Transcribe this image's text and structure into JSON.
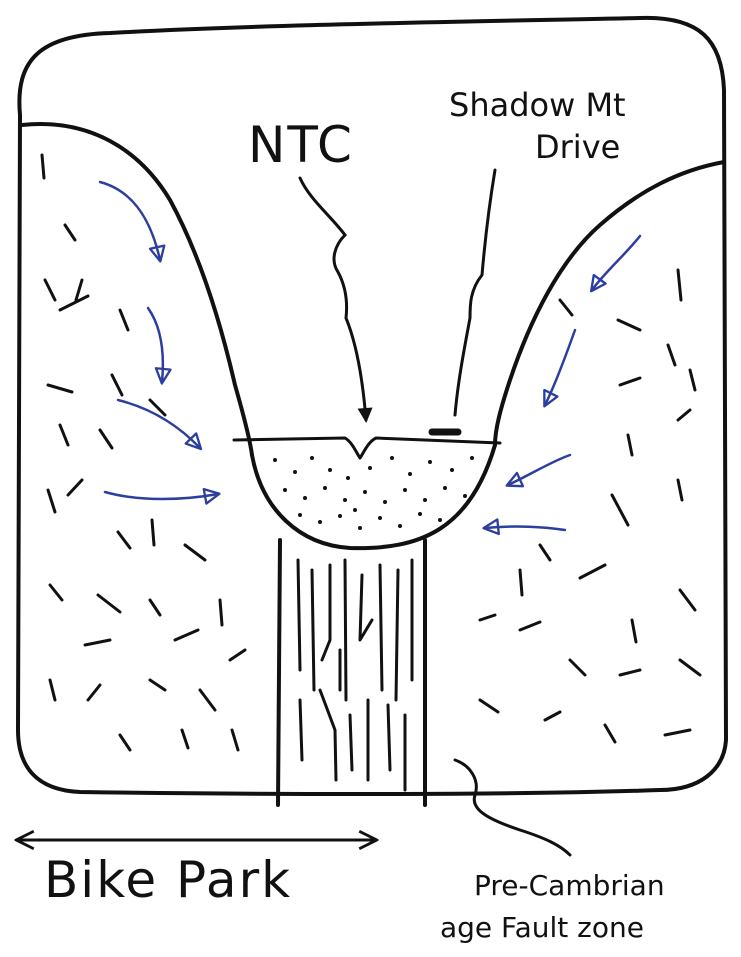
{
  "labels": {
    "ntc": "NTC",
    "shadow_line1": "Shadow Mt",
    "shadow_line2": "Drive",
    "bike_park": "Bike Park",
    "fault_line1": "Pre-Cambrian",
    "fault_line2": "age Fault zone"
  },
  "colors": {
    "ink": "#111111",
    "flow_arrows": "#2c3f9e",
    "paper": "#ffffff"
  }
}
